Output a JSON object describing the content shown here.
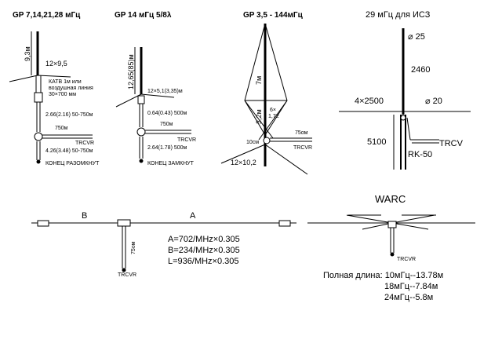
{
  "d1": {
    "title": "GP 7,14,21,28 мГц",
    "l_top": "9,3м",
    "wire": "12×9,5",
    "tuner1": "КАТВ 1м  или",
    "tuner2": "воздушная линия",
    "tuner3": "30×700 мм",
    "stub1": "2.66(2.16) 50-750м",
    "coax": "750м",
    "trcvr": "TRCVR",
    "stub2": "4.26(3.48) 50-750м",
    "end": "КОНЕЦ РАЗОМКНУТ"
  },
  "d2": {
    "title": "GP 14 мГц  5/8λ",
    "l_top": "12,65(85)м",
    "wire": "12×5,1(3,35)м",
    "stub1": "0.64(0.43) 500м",
    "coax": "750м",
    "trcvr": "TRCVR",
    "stub2": "2.64(1.78) 500м",
    "end": "КОНЕЦ ЗАМКНУТ"
  },
  "d3": {
    "title": "GP 3,5 - 144мГц",
    "l1": "7м",
    "l2": "6×",
    "l3": "1,72",
    "l4": "3,2м",
    "coax": "75ом",
    "feed": "10см",
    "trcvr": "TRCVR",
    "radials": "12×10,2"
  },
  "d4": {
    "title": "29 мГц   для  ИСЗ",
    "d_top": "⌀ 25",
    "h": "2460",
    "radials": "4×2500",
    "d_mid": "⌀ 20",
    "h2": "5100",
    "trcv": "TRCV",
    "cable": "RK-50"
  },
  "d5": {
    "a": "A",
    "b": "B",
    "coax": "75ом",
    "trcvr": "TRCVR",
    "f1": "A=702/MHz×0.305",
    "f2": "B=234/MHz×0.305",
    "f3": "L=936/MHz×0.305"
  },
  "d6": {
    "title": "WARC",
    "trcvr": "TRCVR",
    "total": "Полная длина: 10мГц--13.78м",
    "l2": "18мГц--7.84м",
    "l3": "24мГц--5.8м"
  }
}
